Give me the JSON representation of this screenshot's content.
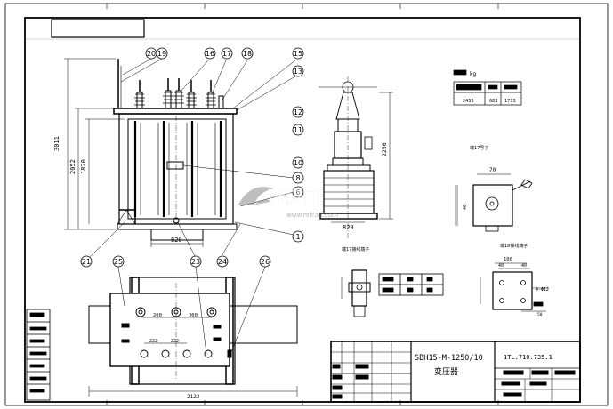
{
  "drawing": {
    "title_block": {
      "model": "SBH15-M-1250/10",
      "name": "变压器",
      "drawing_number": "1TL.710.735.1"
    },
    "callouts": [
      "20",
      "19",
      "16",
      "17",
      "18",
      "15",
      "13",
      "12",
      "11",
      "10",
      "8",
      "6",
      "1",
      "21",
      "23",
      "24",
      "25",
      "26"
    ],
    "dimensions": {
      "base_width_front": "820",
      "base_width_side": "820",
      "plan_dim_a": "200",
      "plan_dim_b": "300",
      "plan_dim_c": "222",
      "plan_dim_d": "222",
      "plan_overall": "2122",
      "detail_dim_a": "70",
      "detail_dim_b": "100",
      "detail_dim_c": "40",
      "detail_dim_d": "40",
      "detail_hole": "4-Φ12",
      "detail_dim_e": "50"
    },
    "weight_table": {
      "unit": "kg",
      "values": [
        "2455",
        "683",
        "1713"
      ]
    },
    "detail_labels": {
      "terminal_17": "端17号子",
      "terminal_17_wire": "端17接线端子",
      "terminal_18_wire": "端18接线端子"
    },
    "watermark": {
      "text": "沐风网",
      "url": "www.mfcad.com"
    }
  }
}
